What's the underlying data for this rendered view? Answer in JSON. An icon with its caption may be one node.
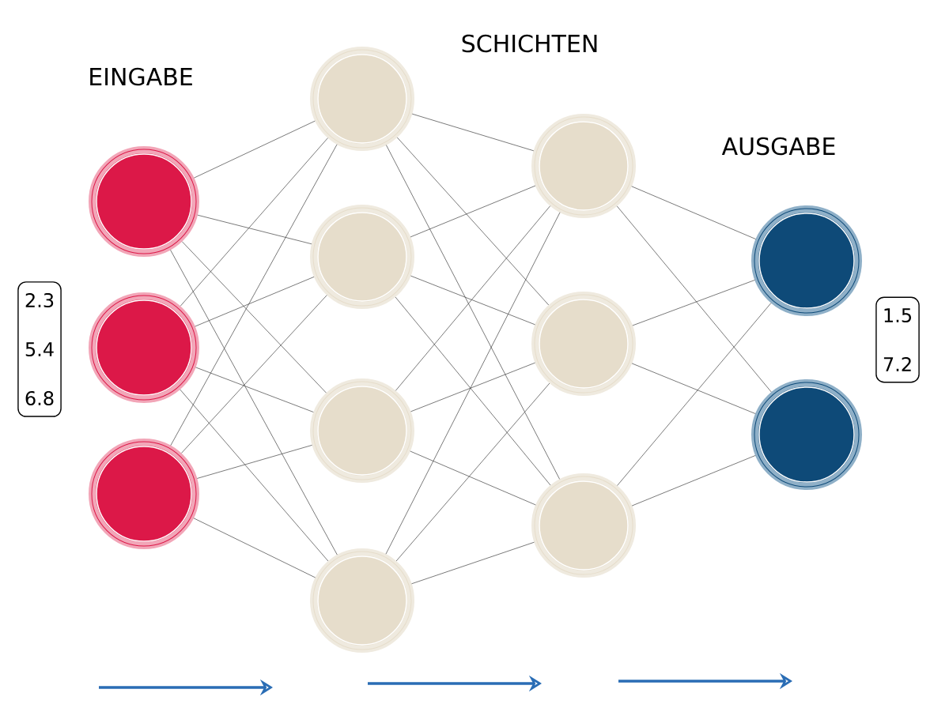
{
  "diagram": {
    "nodes": [
      {
        "text": [
          "2.3",
          "5.4",
          "6.8"
        ]
      },
      {
        "text": [],
        "shape": "circle"
      },
      {
        "text": [],
        "shape": "circle"
      },
      {
        "text": [],
        "shape": "circle"
      },
      {
        "text": [],
        "shape": "circle"
      },
      {
        "text": [],
        "shape": "circle"
      },
      {
        "text": [],
        "shape": "circle"
      },
      {
        "text": [],
        "shape": "circle"
      },
      {
        "text": [],
        "shape": "circle"
      },
      {
        "text": [],
        "shape": "circle"
      },
      {
        "text": [],
        "shape": "circle"
      },
      {
        "text": [],
        "shape": "circle"
      },
      {
        "text": [],
        "shape": "circle"
      },
      {
        "text": [
          "1.5",
          "7.2"
        ]
      }
    ],
    "edges": [
      {
        "from": 1,
        "to": 4,
        "arrow": "none"
      },
      {
        "from": 1,
        "to": 5,
        "arrow": "none"
      },
      {
        "from": 1,
        "to": 6,
        "arrow": "none"
      },
      {
        "from": 1,
        "to": 7,
        "arrow": "none"
      },
      {
        "from": 2,
        "to": 4,
        "arrow": "none"
      },
      {
        "from": 2,
        "to": 5,
        "arrow": "none"
      },
      {
        "from": 2,
        "to": 6,
        "arrow": "none"
      },
      {
        "from": 2,
        "to": 7,
        "arrow": "none"
      },
      {
        "from": 3,
        "to": 4,
        "arrow": "none"
      },
      {
        "from": 3,
        "to": 5,
        "arrow": "none"
      },
      {
        "from": 3,
        "to": 6,
        "arrow": "none"
      },
      {
        "from": 3,
        "to": 7,
        "arrow": "none"
      },
      {
        "from": 4,
        "to": 8,
        "arrow": "none"
      },
      {
        "from": 4,
        "to": 9,
        "arrow": "none"
      },
      {
        "from": 4,
        "to": 10,
        "arrow": "none"
      },
      {
        "from": 5,
        "to": 8,
        "arrow": "none"
      },
      {
        "from": 5,
        "to": 9,
        "arrow": "none"
      },
      {
        "from": 5,
        "to": 10,
        "arrow": "none"
      },
      {
        "from": 6,
        "to": 8,
        "arrow": "none"
      },
      {
        "from": 6,
        "to": 9,
        "arrow": "none"
      },
      {
        "from": 6,
        "to": 10,
        "arrow": "none"
      },
      {
        "from": 7,
        "to": 8,
        "arrow": "none"
      },
      {
        "from": 7,
        "to": 9,
        "arrow": "none"
      },
      {
        "from": 7,
        "to": 10,
        "arrow": "none"
      },
      {
        "from": 8,
        "to": 11,
        "arrow": "none"
      },
      {
        "from": 8,
        "to": 12,
        "arrow": "none"
      },
      {
        "from": 9,
        "to": 11,
        "arrow": "none"
      },
      {
        "from": 9,
        "to": 12,
        "arrow": "none"
      },
      {
        "from": 10,
        "to": 11,
        "arrow": "none"
      },
      {
        "from": 10,
        "to": 12,
        "arrow": "none"
      }
    ],
    "labels": [
      "SCHICHTEN",
      "EINGABE",
      "AUSGABE"
    ]
  }
}
